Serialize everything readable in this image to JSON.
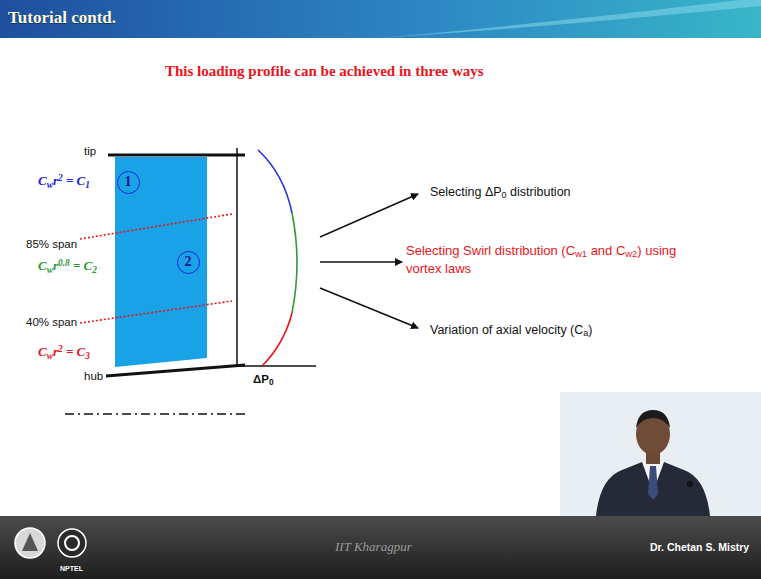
{
  "diagram": {
    "title": "Tutorial contd.",
    "nodes": [
      {
        "text": [
          "1"
        ]
      },
      {
        "text": [
          "2"
        ]
      }
    ],
    "labels": [
      "This loading profile can be achieved in three ways",
      "tip",
      "Cwr2 = C1",
      "85% span",
      "Cwr0.8 = C2",
      "40% span",
      "Cwr2 = C3",
      "hub",
      "ΔP0",
      "Selecting ΔP0 distribution",
      "Selecting Swirl distribution (Cw1 and Cw2) using vortex laws",
      "Variation of axial velocity (Ca)",
      "IIT Kharagpur",
      "NPTEL",
      "Dr. Chetan S. Mistry"
    ]
  }
}
